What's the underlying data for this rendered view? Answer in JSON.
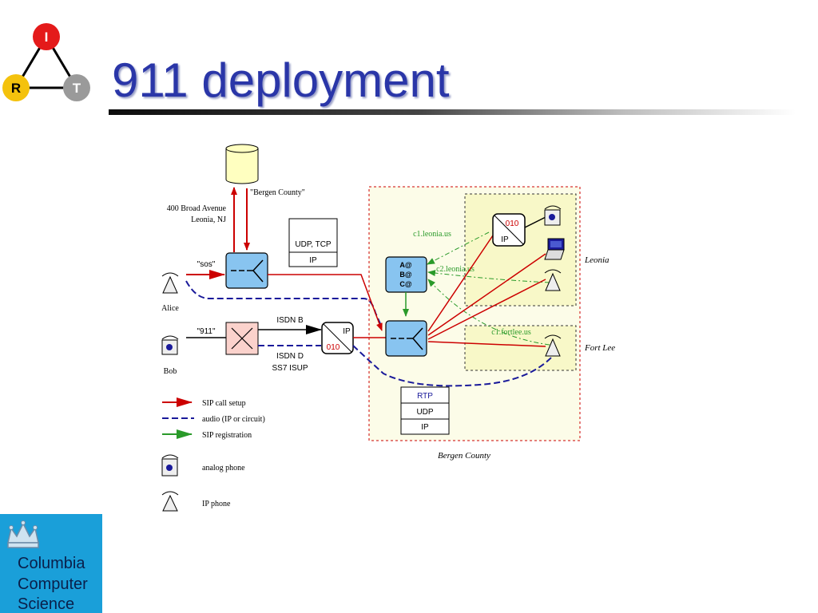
{
  "slide": {
    "title": "911 deployment"
  },
  "logo_irt": {
    "i": "I",
    "r": "R",
    "t": "T"
  },
  "logo_columbia": {
    "line1": "Columbia",
    "line2": "Computer",
    "line3": "Science"
  },
  "diagram": {
    "db_label": "\"Bergen County\"",
    "address_line1": "400 Broad Avenue",
    "address_line2": "Leonia, NJ",
    "sos_label": "\"sos\"",
    "nine11_label": "\"911\"",
    "alice_label": "Alice",
    "bob_label": "Bob",
    "stack_top": [
      "UDP, TCP",
      "IP"
    ],
    "isdn_b": "ISDN B",
    "isdn_d": "ISDN D",
    "ss7": "SS7 ISUP",
    "gw_ip": "IP",
    "gw_010": "010",
    "reg_db": [
      "A@",
      "B@",
      "C@"
    ],
    "c1_leonia": "c1.leonia.us",
    "c2_leonia": "c2.leonia.us",
    "c1_fortlee": "c1.fortlee.us",
    "leonia": "Leonia",
    "fort_lee": "Fort Lee",
    "bergen_county": "Bergen County",
    "stack_bottom": [
      "RTP",
      "UDP",
      "IP"
    ],
    "legend": {
      "sip_call_setup": "SIP call setup",
      "audio": "audio (IP or circuit)",
      "sip_registration": "SIP registration",
      "analog_phone": "analog phone",
      "ip_phone": "IP phone"
    },
    "colors": {
      "sip_call": "#cc0000",
      "audio": "#1a1a9a",
      "registration": "#2a9a2a",
      "proxy_fill": "#88c4f0",
      "region_fill": "#fcfce8",
      "town_fill": "#f8f8c8",
      "db_fill": "#ffffc0"
    }
  }
}
